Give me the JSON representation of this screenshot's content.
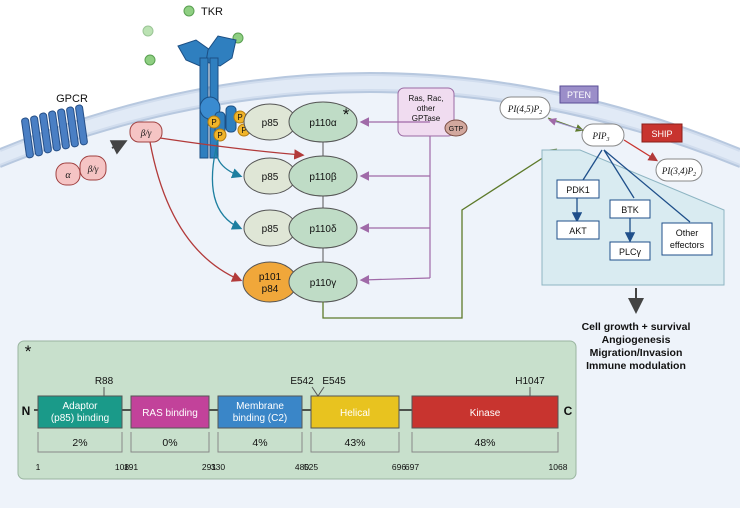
{
  "receptors": {
    "tkr": "TKR",
    "gpcr": "GPCR",
    "alpha": "α",
    "beta_gamma": "β/γ",
    "phospho": "P"
  },
  "subunits": {
    "p85": "p85",
    "p101": "p101",
    "p84": "p84",
    "p110a": "p110α",
    "p110b": "p110β",
    "p110d": "p110δ",
    "p110g": "p110γ",
    "asterisk": "*"
  },
  "gtpase": {
    "line1": "Ras, Rac,",
    "line2": "other",
    "line3": "GPTase",
    "gtp": "GTP"
  },
  "lipids": {
    "pip2_a": "PI(4,5)P",
    "pip2_a_sub": "2",
    "pip3": "PIP",
    "pip3_sub": "3",
    "pip2_b": "PI(3,4)P",
    "pip2_b_sub": "2",
    "pten": "PTEN",
    "ship": "SHIP"
  },
  "effectors": {
    "pdk1": "PDK1",
    "akt": "AKT",
    "btk": "BTK",
    "plcg": "PLCγ",
    "other_line1": "Other",
    "other_line2": "effectors"
  },
  "outcomes": [
    "Cell growth + survival",
    "Angiogenesis",
    "Migration/Invasion",
    "Immune modulation"
  ],
  "domain_map": {
    "asterisk": "*",
    "n_term": "N",
    "c_term": "C",
    "mutations": [
      "R88",
      "E542",
      "E545",
      "H1047"
    ],
    "domains": [
      {
        "line1": "Adaptor",
        "line2": "(p85) binding",
        "pct": "2%",
        "start": "1",
        "end": "108",
        "color": "#1a9a89"
      },
      {
        "line1": "RAS binding",
        "line2": "",
        "pct": "0%",
        "start": "191",
        "end": "291",
        "color": "#c2429a"
      },
      {
        "line1": "Membrane",
        "line2": "binding (C2)",
        "pct": "4%",
        "start": "330",
        "end": "480",
        "color": "#3a86c8"
      },
      {
        "line1": "Helical",
        "line2": "",
        "pct": "43%",
        "start": "525",
        "end": "696",
        "color": "#e8c31f"
      },
      {
        "line1": "Kinase",
        "line2": "",
        "pct": "48%",
        "start": "697",
        "end": "1068",
        "color": "#c8342f"
      }
    ]
  }
}
